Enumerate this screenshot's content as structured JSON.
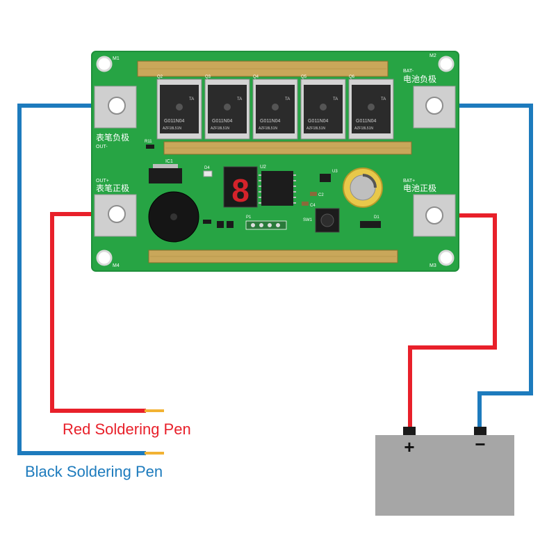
{
  "board": {
    "label_out_neg_cn": "表笔负极",
    "label_out_neg_en": "OUT-",
    "label_out_pos_cn": "表笔正极",
    "label_out_pos_en": "OUT+",
    "label_bat_neg_en": "BAT-",
    "label_bat_neg_cn": "电池负极",
    "label_bat_pos_en": "BAT+",
    "label_bat_pos_cn": "电池正极",
    "mount_labels": [
      "M1",
      "M2",
      "M3",
      "M4"
    ],
    "mosfet_refs": [
      "Q2",
      "Q3",
      "Q4",
      "Q5",
      "Q6"
    ],
    "mosfet_part": "G011N04",
    "mosfet_code": "AZF18L51N",
    "mosfet_mark": "TA",
    "ic_ref": "IC1",
    "u2_ref": "U2",
    "u3_ref": "U3",
    "display_digit": "8",
    "sw_ref": "SW1",
    "p_ref": "P1",
    "d_ref": "D1",
    "r_ref": "R11",
    "led_ref": "D4",
    "cap_ref": "C2",
    "cap_ref2": "C4"
  },
  "legend": {
    "red_pen": "Red Soldering Pen",
    "black_pen": "Black Soldering Pen"
  },
  "battery": {
    "plus": "+",
    "minus": "−"
  },
  "colors": {
    "pcb": "#27a444",
    "pcb_edge": "#1f8f3a",
    "red_wire": "#e8202a",
    "blue_wire": "#1d7bbd",
    "pen_tip": "#f2b233",
    "battery": "#a6a6a6",
    "copper": "#c9a75a"
  }
}
